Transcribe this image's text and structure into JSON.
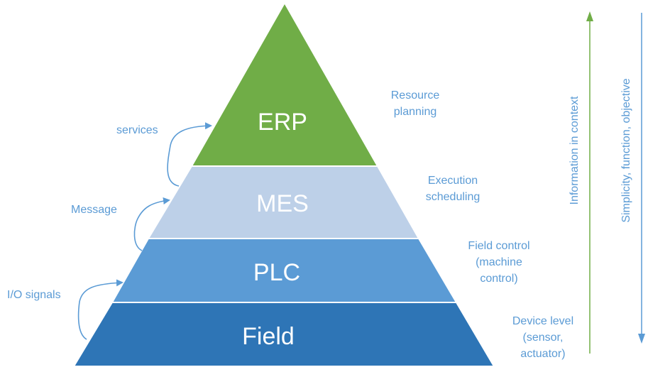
{
  "layers": {
    "erp": "ERP",
    "mes": "MES",
    "plc": "PLC",
    "field": "Field"
  },
  "right_labels": {
    "erp_line1": "Resource",
    "erp_line2": "planning",
    "mes_line1": "Execution",
    "mes_line2": "scheduling",
    "plc_line1": "Field control",
    "plc_line2": "(machine",
    "plc_line3": "control)",
    "field_line1": "Device level",
    "field_line2": "(sensor,",
    "field_line3": "actuator)"
  },
  "left_labels": {
    "services": "services",
    "message": "Message",
    "io": "I/O signals"
  },
  "axes": {
    "up_label": "Information in context",
    "down_label": "Simplicity, function, objective"
  },
  "colors": {
    "erp": "#70ad47",
    "mes": "#bdd0e8",
    "plc": "#5b9bd5",
    "field": "#2e75b6",
    "text_blue": "#5b9bd5",
    "arrow_green": "#70ad47"
  }
}
